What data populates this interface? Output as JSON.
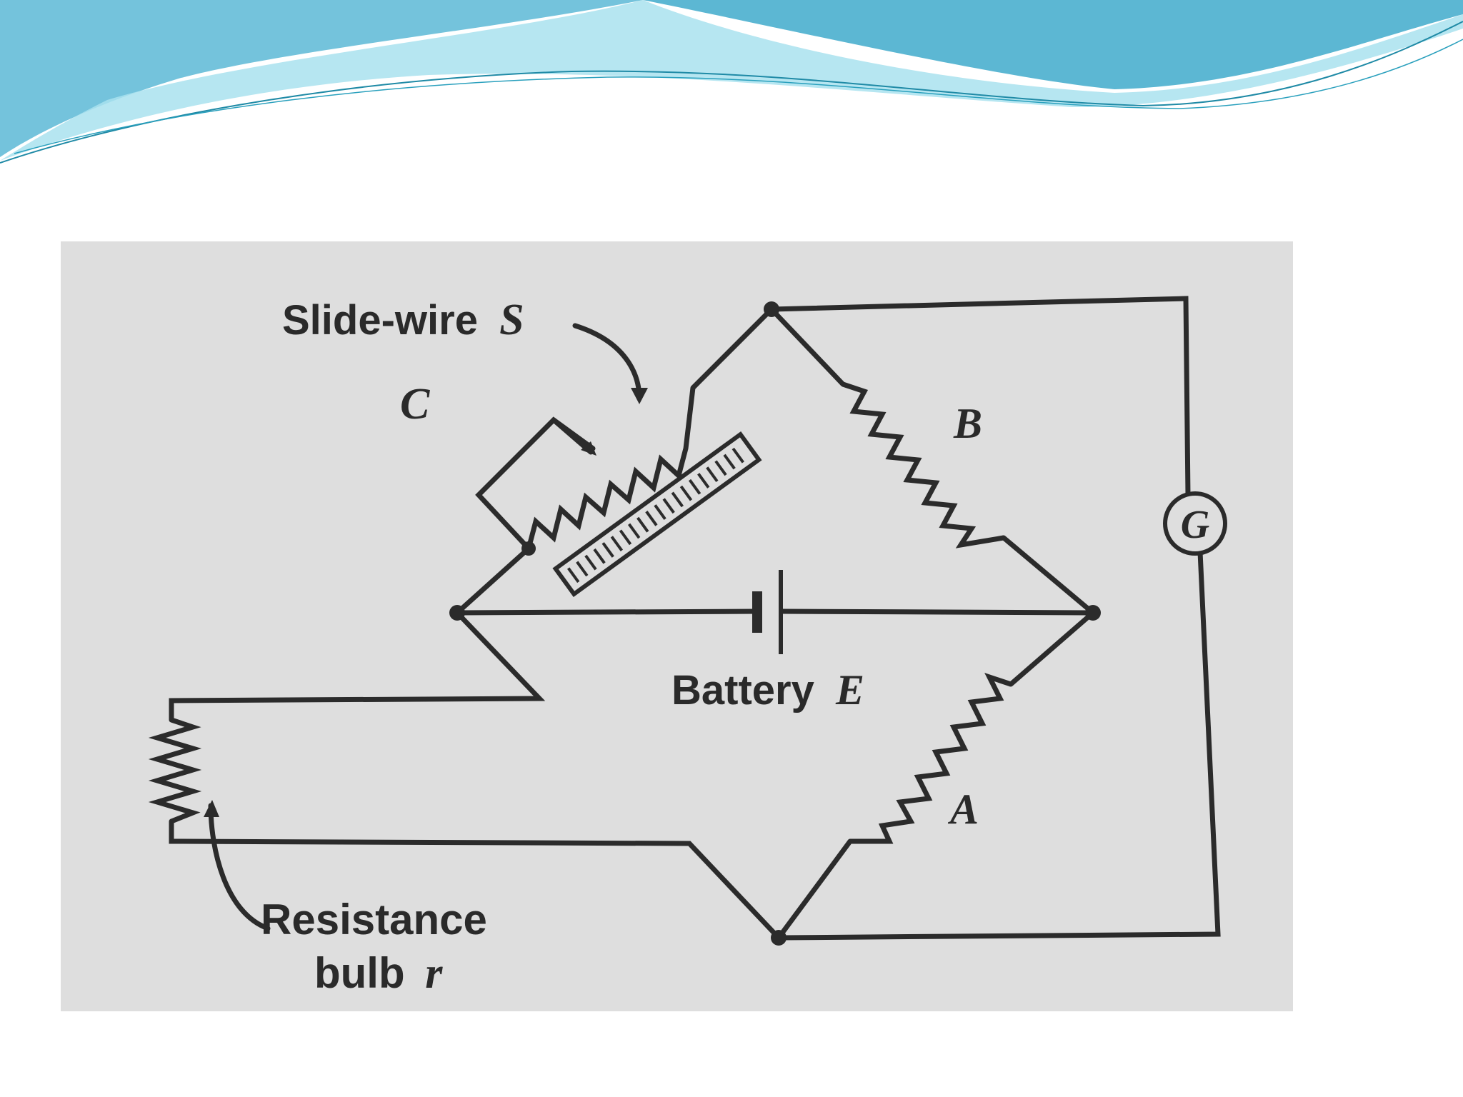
{
  "slide": {
    "theme_colors": {
      "wave_dark": "#4fb0d0",
      "wave_light": "#8ed8ea",
      "wave_line": "#1f8aa6",
      "background": "#ffffff"
    }
  },
  "diagram": {
    "background": "#dedede",
    "ink": "#2b2b2b",
    "labels": {
      "slide_wire": "Slide-wire",
      "slide_wire_symbol": "S",
      "c": "C",
      "b": "B",
      "a": "A",
      "galvanometer": "G",
      "battery": "Battery",
      "battery_symbol": "E",
      "resistance_line1": "Resistance",
      "resistance_line2": "bulb",
      "resistance_symbol": "r"
    },
    "components": [
      {
        "name": "slide-wire",
        "symbol": "S"
      },
      {
        "name": "resistor-b",
        "symbol": "B"
      },
      {
        "name": "resistor-a",
        "symbol": "A"
      },
      {
        "name": "battery",
        "symbol": "E"
      },
      {
        "name": "galvanometer",
        "symbol": "G"
      },
      {
        "name": "resistance-bulb",
        "symbol": "r"
      }
    ]
  }
}
